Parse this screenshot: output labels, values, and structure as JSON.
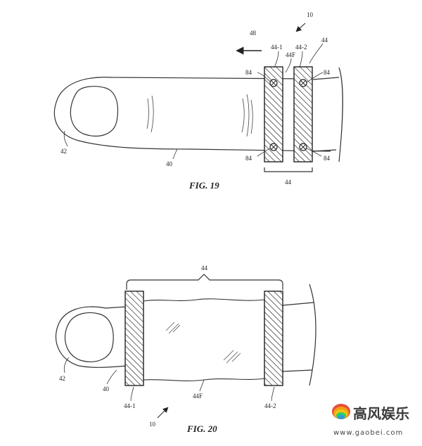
{
  "fig19": {
    "title": "FIG. 19",
    "labels": {
      "device": "10",
      "arrow": "48",
      "band_left": "44-1",
      "band_right": "44-2",
      "band": "44",
      "fingertip": "44F",
      "finger": "40",
      "nail": "42",
      "sensor_tl": "84",
      "sensor_tr": "84",
      "sensor_bl": "84",
      "sensor_br": "84",
      "bracket": "44"
    }
  },
  "fig20": {
    "title": "FIG. 20",
    "labels": {
      "bracket": "44",
      "nail": "42",
      "finger": "40",
      "band_left": "44-1",
      "membrane": "44F",
      "band_right": "44-2",
      "device": "10"
    }
  },
  "watermark": {
    "logo_text": "高风娱乐",
    "url": "www.gaobei.com"
  }
}
